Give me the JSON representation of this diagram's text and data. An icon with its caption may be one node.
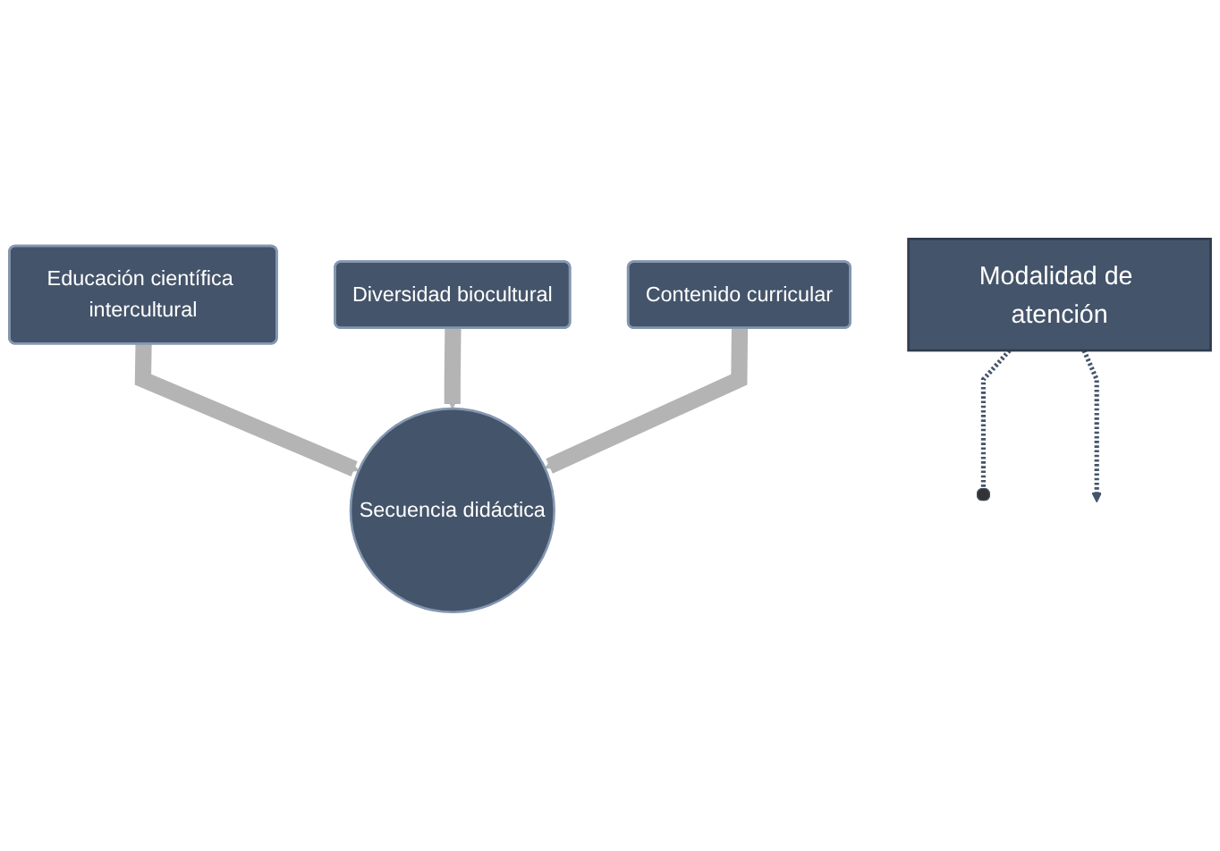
{
  "diagram": {
    "nodes": [
      {
        "text": [
          "Educación científica intercultural"
        ]
      },
      {
        "text": [
          "Diversidad biocultural"
        ]
      },
      {
        "text": [
          "Contenido curricular"
        ]
      },
      {
        "text": [
          "Secuencia didáctica"
        ]
      },
      {
        "text": [
          "Modalidad de atención"
        ]
      }
    ],
    "edges": [
      {
        "from": 0,
        "to": 3,
        "arrow": "to"
      },
      {
        "from": 1,
        "to": 3,
        "arrow": "to"
      },
      {
        "from": 2,
        "to": 3,
        "arrow": "to"
      },
      {
        "from": null,
        "to": 4,
        "arrow": "other",
        "style": "dashed",
        "color": "#44546a"
      },
      {
        "from": 4,
        "to": null,
        "arrow": "to",
        "style": "dashed",
        "color": "#44546a"
      }
    ]
  }
}
